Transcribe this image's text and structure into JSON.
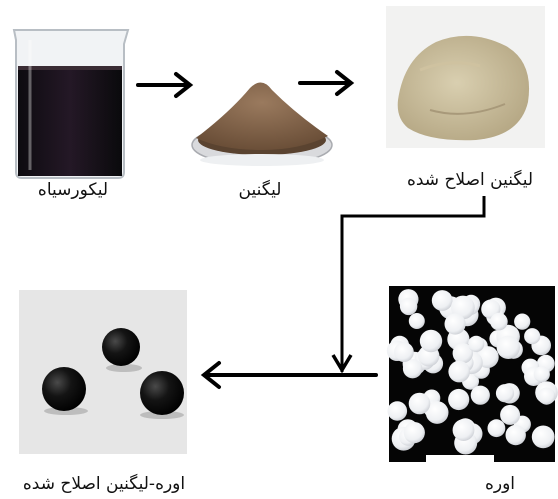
{
  "labels": {
    "black_liquor": "لیکورسیاه",
    "lignin": "لیگنین",
    "modified_lignin": "لیگنین اصلاح شده",
    "urea": "اوره",
    "urea_modified_lignin": "اوره-لیگنین اصلاح شده"
  }
}
